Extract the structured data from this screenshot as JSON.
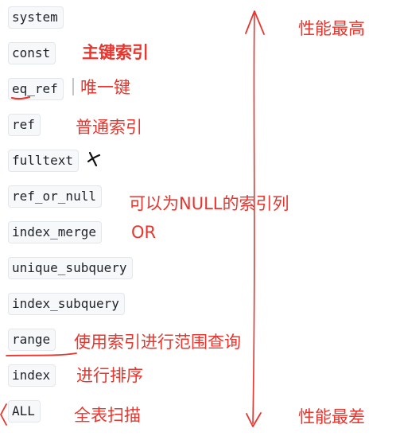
{
  "types": [
    {
      "code": "system",
      "note": ""
    },
    {
      "code": "const",
      "note": "主键索引"
    },
    {
      "code": "eq_ref",
      "note": "唯一键"
    },
    {
      "code": "ref",
      "note": "普通索引"
    },
    {
      "code": "fulltext",
      "note": ""
    },
    {
      "code": "ref_or_null",
      "note": "可以为NULL的索引列"
    },
    {
      "code": "index_merge",
      "note": "OR"
    },
    {
      "code": "unique_subquery",
      "note": ""
    },
    {
      "code": "index_subquery",
      "note": ""
    },
    {
      "code": "range",
      "note": "使用索引进行范围查询"
    },
    {
      "code": "index",
      "note": "进行排序"
    },
    {
      "code": "ALL",
      "note": "全表扫描"
    }
  ],
  "axis": {
    "top_label": "性能最高",
    "bottom_label": "性能最差"
  },
  "colors": {
    "annotation": "#e8352d",
    "chip_background": "#f6f8fa"
  }
}
